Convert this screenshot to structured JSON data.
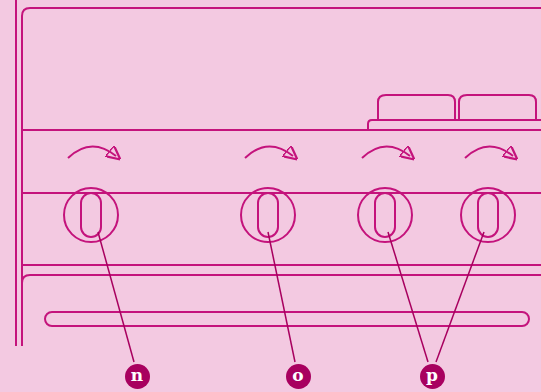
{
  "diagram": {
    "labels": [
      "n",
      "o",
      "p"
    ]
  }
}
